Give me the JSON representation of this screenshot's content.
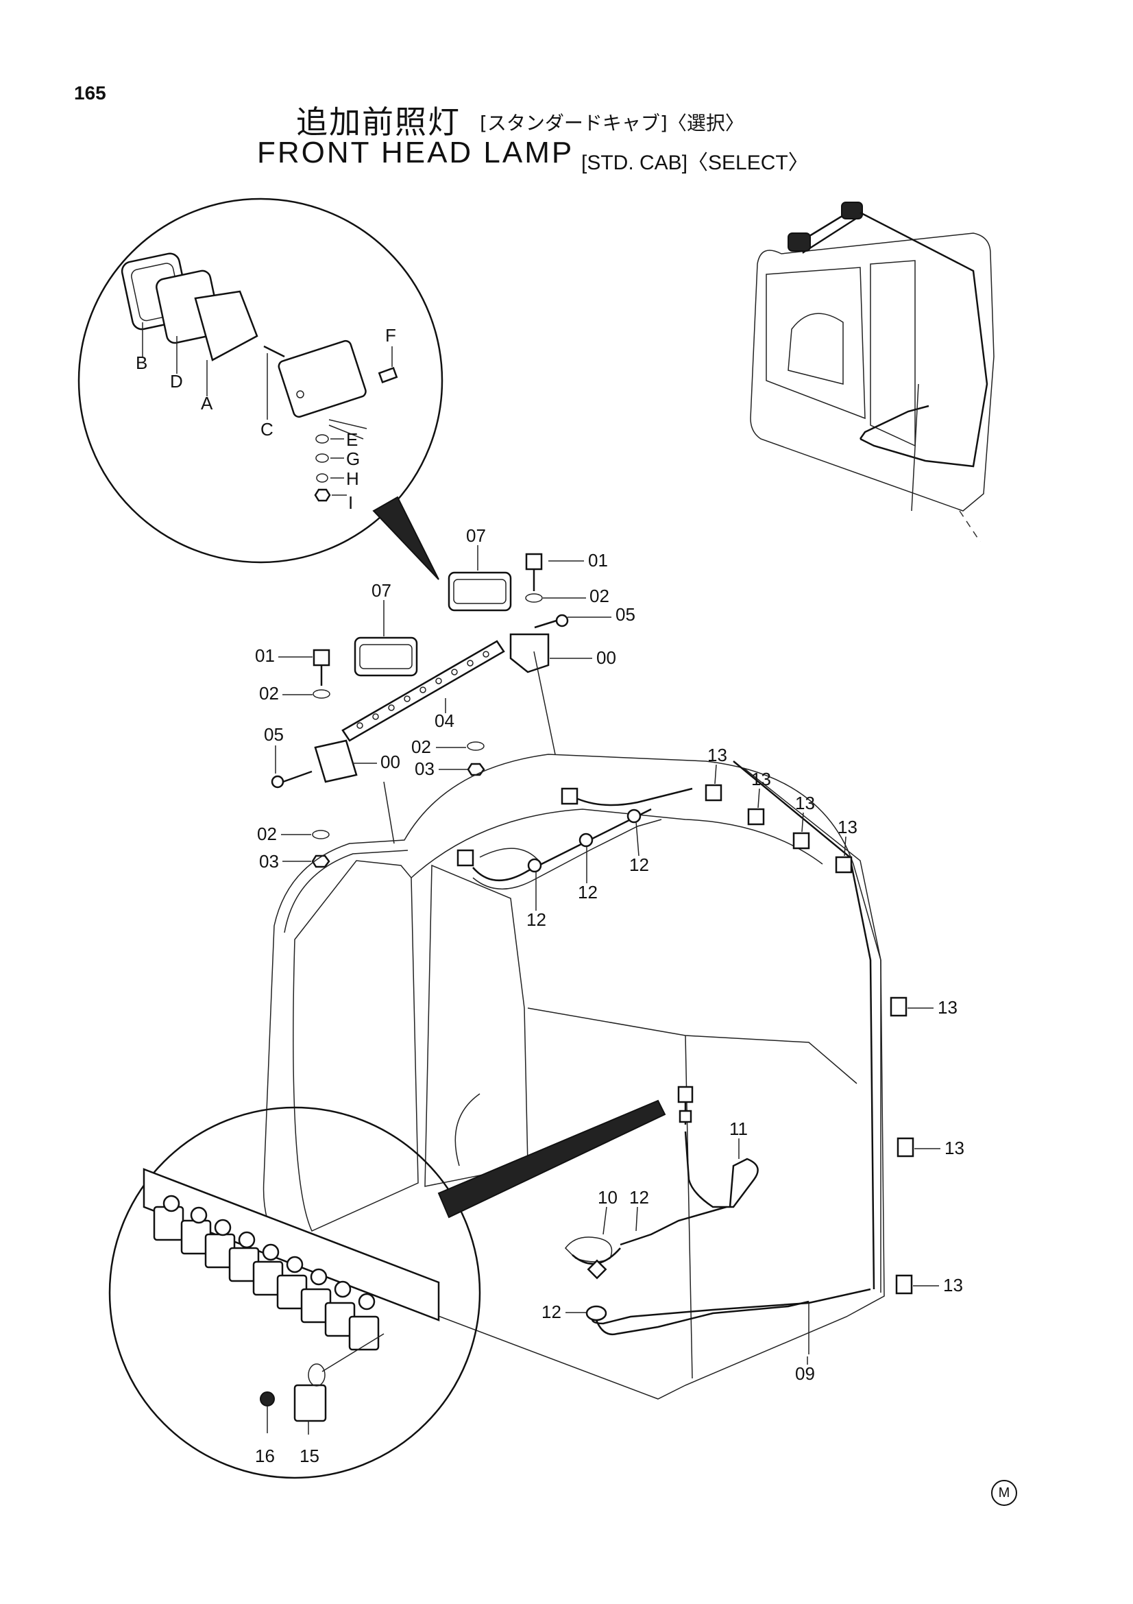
{
  "page_number": "165",
  "title": {
    "jp_main": "追加前照灯",
    "jp_sub": "[スタンダードキャブ]〈選択〉",
    "en_main": "FRONT HEAD LAMP",
    "en_sub": "[STD. CAB]〈SELECT〉"
  },
  "mark": "M",
  "detail_letters": [
    "F",
    "B",
    "D",
    "A",
    "C",
    "E",
    "G",
    "H",
    "I"
  ],
  "callouts": {
    "c01a": "01",
    "c01b": "01",
    "c02a": "02",
    "c02b": "02",
    "c02c": "02",
    "c02d": "02",
    "c03a": "03",
    "c03b": "03",
    "c04": "04",
    "c05a": "05",
    "c05b": "05",
    "c00a": "00",
    "c00b": "00",
    "c07a": "07",
    "c07b": "07",
    "c09": "09",
    "c10": "10",
    "c11": "11",
    "c12a": "12",
    "c12b": "12",
    "c12c": "12",
    "c12d": "12",
    "c12e": "12",
    "c13a": "13",
    "c13b": "13",
    "c13c": "13",
    "c13d": "13",
    "c13e": "13",
    "c13f": "13",
    "c13g": "13",
    "c15": "15",
    "c16": "16"
  }
}
